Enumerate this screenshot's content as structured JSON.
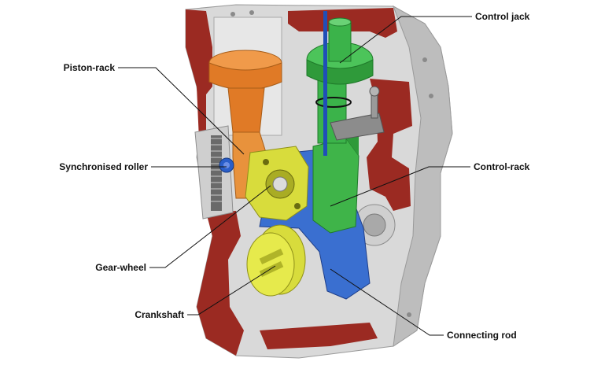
{
  "diagram": {
    "labels": {
      "control_jack": "Control jack",
      "piston_rack": "Piston-rack",
      "synchronised_roller": "Synchronised roller",
      "control_rack": "Control-rack",
      "gear_wheel": "Gear-wheel",
      "crankshaft": "Crankshaft",
      "connecting_rod": "Connecting rod"
    },
    "colors": {
      "block_grey": "#d9d9d9",
      "block_dark_grey": "#b5b5b5",
      "cutaway_red": "#9b2a22",
      "piston_orange": "#e07a26",
      "control_jack_green": "#3bb34a",
      "control_rack_green": "#3fb449",
      "gear_yellow": "#d8dc3c",
      "connecting_rod_blue": "#3a6fd0",
      "roller_blue": "#2a5ec9",
      "pushrod_blue": "#1f4fb8",
      "leader_line": "#111111"
    }
  }
}
